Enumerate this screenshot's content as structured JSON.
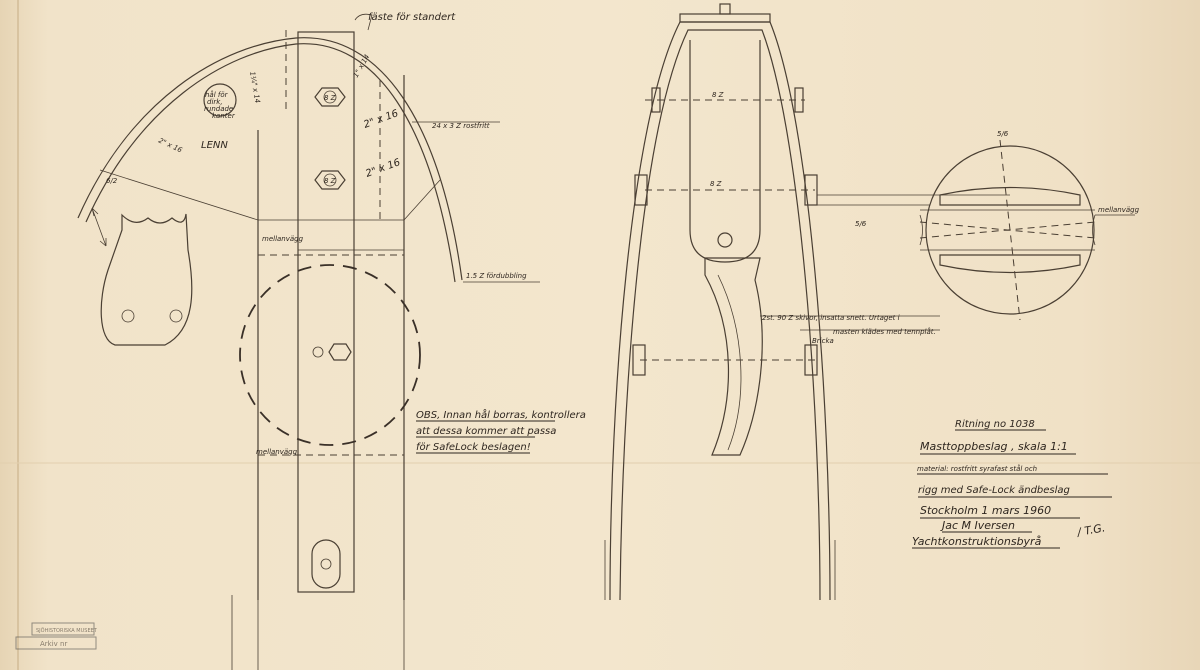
{
  "drawing": {
    "title_block": {
      "drawing_number": "Ritning no 1038",
      "title": "Masttoppbeslag , skala 1:1",
      "material_line1": "material: rostfritt syrafast stål och",
      "material_line2": "rigg med Safe-Lock ändbeslag",
      "place_date": "Stockholm 1 mars 1960",
      "designer": "Jac M Iversen",
      "firm": "Yachtkonstruktionsbyrå",
      "initials": "/ T.G."
    },
    "note": {
      "line1": "OBS, Innan hål borras, kontrollera",
      "line2": "att dessa kommer att passa",
      "line3": "för SafeLock beslagen!"
    },
    "left_view_labels": {
      "pennant": "fäste för standert",
      "hole": [
        "hål för",
        "dirk,",
        "rundade",
        "kanter"
      ],
      "dim_14": "1¼\" x 14",
      "dim_1_14": "1\" x 14",
      "dim_2_16_a": "2\" x 16",
      "dim_2_16_b": "2\" x 16",
      "dim_2_16_c": "2\" x 16",
      "strip": "24 x 3 Z rostfritt",
      "lenn": "LENN",
      "dim_62": "6/2",
      "bolt_a": "8 Z",
      "bolt_b": "8 Z",
      "mellanvagg_top": "mellanvägg",
      "mellanvagg_bottom": "mellanvägg",
      "doubling": "1.5 Z fördubbling"
    },
    "middle_view_labels": {
      "bolt_top": "8 Z",
      "bolt_mid": "8 Z",
      "sheaves_line1": "2st. 90 Z skivor, insatta snett. Urtaget i",
      "sheaves_line2": "masten klädes med tennplåt.",
      "washer": "Bricka"
    },
    "section_labels": {
      "top": "5/6",
      "side": "5/6",
      "mellanvagg": "mellanvägg"
    },
    "stamp": {
      "line1": "SJÖHISTORISKA MUSEET",
      "line2": "Arkiv nr"
    }
  }
}
